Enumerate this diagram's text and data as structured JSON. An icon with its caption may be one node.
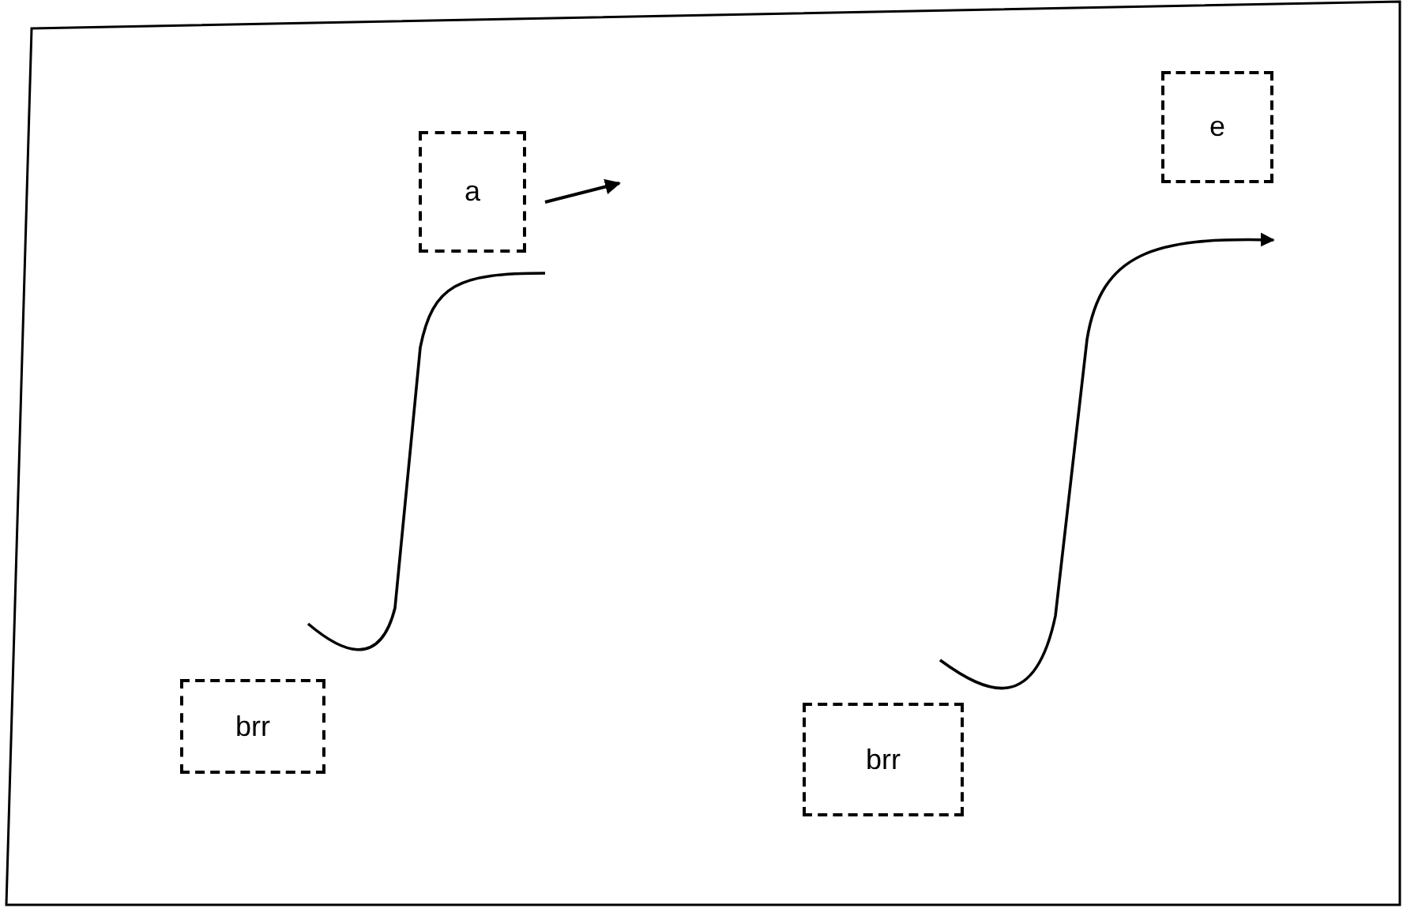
{
  "diagram": {
    "nodes": [
      {
        "text": [
          "a"
        ]
      },
      {
        "text": [
          "e"
        ]
      },
      {
        "text": [
          "brr"
        ]
      },
      {
        "text": [
          "brr"
        ]
      }
    ]
  }
}
